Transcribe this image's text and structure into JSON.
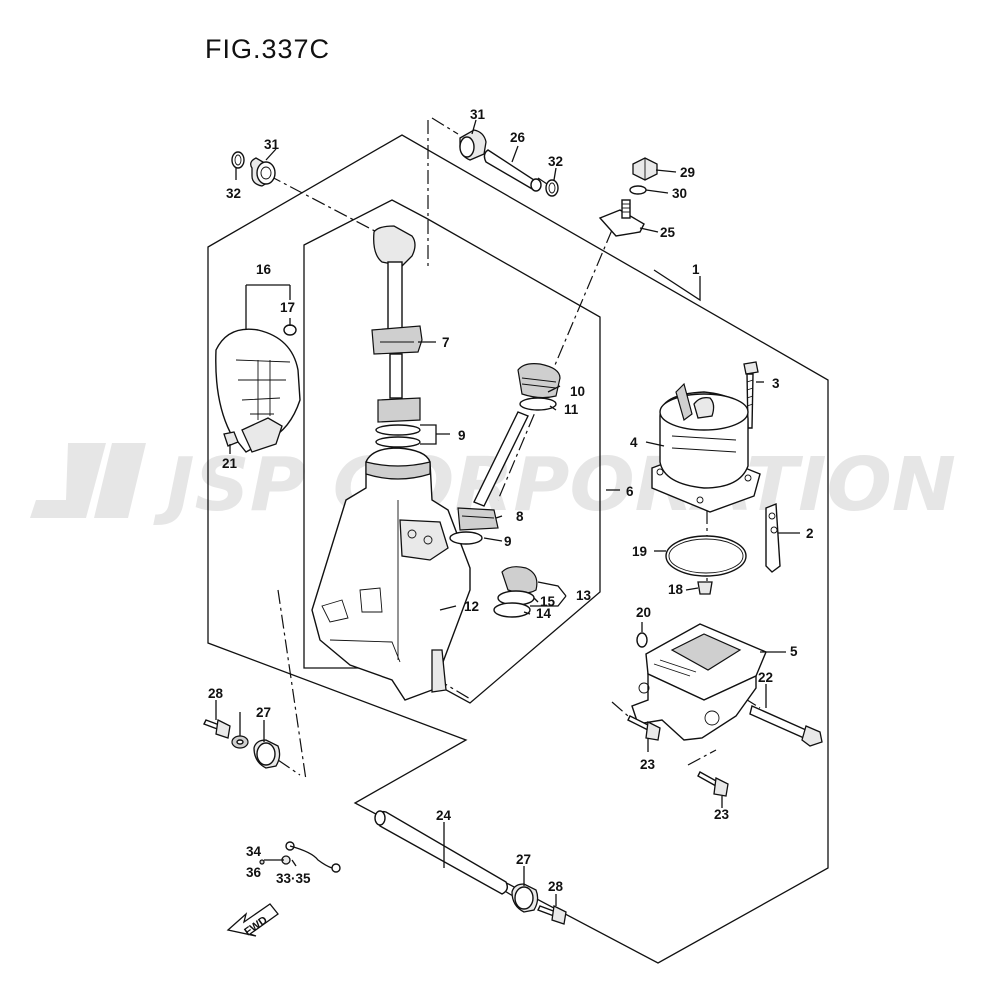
{
  "figure": {
    "title": "FIG.337C"
  },
  "watermark": {
    "text": "JSP CORPORATION",
    "color": "#e4e4e4"
  },
  "callouts": {
    "c1": "1",
    "c2": "2",
    "c3": "3",
    "c4": "4",
    "c5": "5",
    "c6": "6",
    "c7": "7",
    "c8": "8",
    "c9a": "9",
    "c9b": "9",
    "c10": "10",
    "c11": "11",
    "c12": "12",
    "c13": "13",
    "c14": "14",
    "c15": "15",
    "c16": "16",
    "c17": "17",
    "c18": "18",
    "c19": "19",
    "c20": "20",
    "c21": "21",
    "c22": "22",
    "c23a": "23",
    "c23b": "23",
    "c24": "24",
    "c25": "25",
    "c26": "26",
    "c27a": "27",
    "c27b": "27",
    "c28a": "28",
    "c28b": "28",
    "c29": "29",
    "c30": "30",
    "c31a": "31",
    "c31b": "31",
    "c32a": "32",
    "c32b": "32",
    "c34": "34",
    "c36": "36",
    "c3335": "33·35"
  },
  "fwd_badge": {
    "label": "FWD"
  }
}
